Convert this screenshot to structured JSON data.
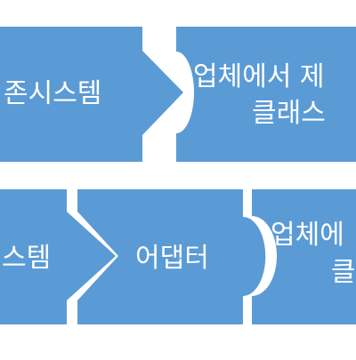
{
  "diagram": {
    "fill_color": "#5b9bd5",
    "background_color": "#ffffff",
    "row_top": {
      "existing_system_label": "존시스템",
      "vendor_class_label_line1": "업체에서 제",
      "vendor_class_label_line2": "클래스"
    },
    "row_bottom": {
      "existing_system_label": "스템",
      "adapter_label": "어댑터",
      "vendor_class_label_line1": "업체에",
      "vendor_class_label_line2": "클"
    }
  }
}
